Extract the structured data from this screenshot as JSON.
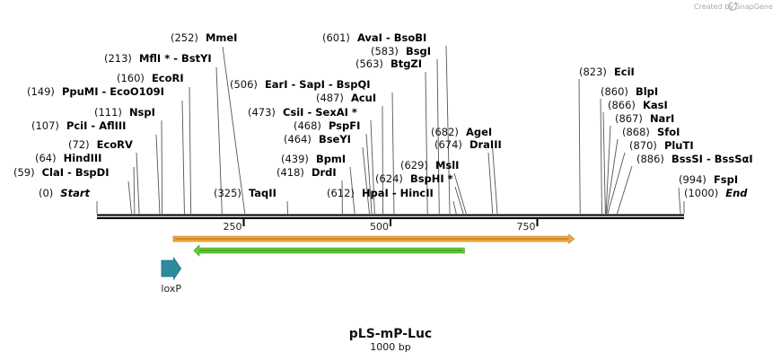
{
  "credit": "Created by SnapGene",
  "title": "pLS-mP-Luc",
  "subtitle": "1000 bp",
  "sequence_length": 1000,
  "ticks": [
    {
      "label": "250",
      "pos": 250
    },
    {
      "label": "500",
      "pos": 500
    },
    {
      "label": "750",
      "pos": 750
    }
  ],
  "features": [
    {
      "name": "loxP",
      "label": "loxP",
      "start": 110,
      "end": 143,
      "color": "#2e8b9e",
      "direction": "forward"
    },
    {
      "name": "orange-arrow",
      "label": "",
      "start": 130,
      "end": 813,
      "color": "#f2a93b",
      "direction": "forward"
    },
    {
      "name": "green-arrow",
      "label": "",
      "start": 165,
      "end": 626,
      "color": "#66cc33",
      "direction": "reverse"
    }
  ],
  "sites_left": [
    {
      "num": "(0)",
      "enzymes": [
        "Start"
      ],
      "pos": 0,
      "italic": true
    },
    {
      "num": "(59)",
      "enzymes": [
        "ClaI",
        "BspDI"
      ],
      "pos": 59
    },
    {
      "num": "(64)",
      "enzymes": [
        "HindIII"
      ],
      "pos": 64
    },
    {
      "num": "(72)",
      "enzymes": [
        "EcoRV"
      ],
      "pos": 72
    },
    {
      "num": "(107)",
      "enzymes": [
        "PciI",
        "AflIII"
      ],
      "pos": 107
    },
    {
      "num": "(111)",
      "enzymes": [
        "NspI"
      ],
      "pos": 111
    },
    {
      "num": "(149)",
      "enzymes": [
        "PpuMI",
        "EcoO109I"
      ],
      "pos": 149
    },
    {
      "num": "(160)",
      "enzymes": [
        "EcoRI"
      ],
      "pos": 160
    },
    {
      "num": "(213)",
      "enzymes": [
        "MflI *",
        "BstYI"
      ],
      "pos": 213
    },
    {
      "num": "(252)",
      "enzymes": [
        "MmeI"
      ],
      "pos": 252
    }
  ],
  "sites_mid_upper": [
    {
      "num": "(325)",
      "enzymes": [
        "TaqII"
      ],
      "pos": 325
    },
    {
      "num": "(418)",
      "enzymes": [
        "DrdI"
      ],
      "pos": 418
    },
    {
      "num": "(439)",
      "enzymes": [
        "BpmI"
      ],
      "pos": 439
    },
    {
      "num": "(464)",
      "enzymes": [
        "BseYI"
      ],
      "pos": 464
    },
    {
      "num": "(468)",
      "enzymes": [
        "PspFI"
      ],
      "pos": 468
    },
    {
      "num": "(473)",
      "enzymes": [
        "CsiI",
        "SexAI *"
      ],
      "pos": 473
    },
    {
      "num": "(487)",
      "enzymes": [
        "AcuI"
      ],
      "pos": 487
    },
    {
      "num": "(506)",
      "enzymes": [
        "EarI",
        "SapI",
        "BspQI"
      ],
      "pos": 506
    },
    {
      "num": "(563)",
      "enzymes": [
        "BtgZI"
      ],
      "pos": 563
    },
    {
      "num": "(583)",
      "enzymes": [
        "BsgI"
      ],
      "pos": 583
    },
    {
      "num": "(601)",
      "enzymes": [
        "AvaI",
        "BsoBI"
      ],
      "pos": 601
    }
  ],
  "sites_mid_lower": [
    {
      "num": "(612)",
      "enzymes": [
        "HpaI",
        "HincII"
      ],
      "pos": 612
    },
    {
      "num": "(624)",
      "enzymes": [
        "BspHI *"
      ],
      "pos": 624
    },
    {
      "num": "(629)",
      "enzymes": [
        "MslI"
      ],
      "pos": 629
    },
    {
      "num": "(674)",
      "enzymes": [
        "DraIII"
      ],
      "pos": 674
    },
    {
      "num": "(682)",
      "enzymes": [
        "AgeI"
      ],
      "pos": 682
    }
  ],
  "sites_right": [
    {
      "num": "(823)",
      "enzymes": [
        "EciI"
      ],
      "pos": 823
    },
    {
      "num": "(860)",
      "enzymes": [
        "BlpI"
      ],
      "pos": 860
    },
    {
      "num": "(866)",
      "enzymes": [
        "KasI"
      ],
      "pos": 866
    },
    {
      "num": "(867)",
      "enzymes": [
        "NarI"
      ],
      "pos": 867
    },
    {
      "num": "(868)",
      "enzymes": [
        "SfoI"
      ],
      "pos": 868
    },
    {
      "num": "(870)",
      "enzymes": [
        "PluTI"
      ],
      "pos": 870
    },
    {
      "num": "(886)",
      "enzymes": [
        "BssSI",
        "BssSαI"
      ],
      "pos": 886
    },
    {
      "num": "(994)",
      "enzymes": [
        "FspI"
      ],
      "pos": 994
    },
    {
      "num": "(1000)",
      "enzymes": [
        "End"
      ],
      "pos": 1000,
      "italic": true
    }
  ]
}
